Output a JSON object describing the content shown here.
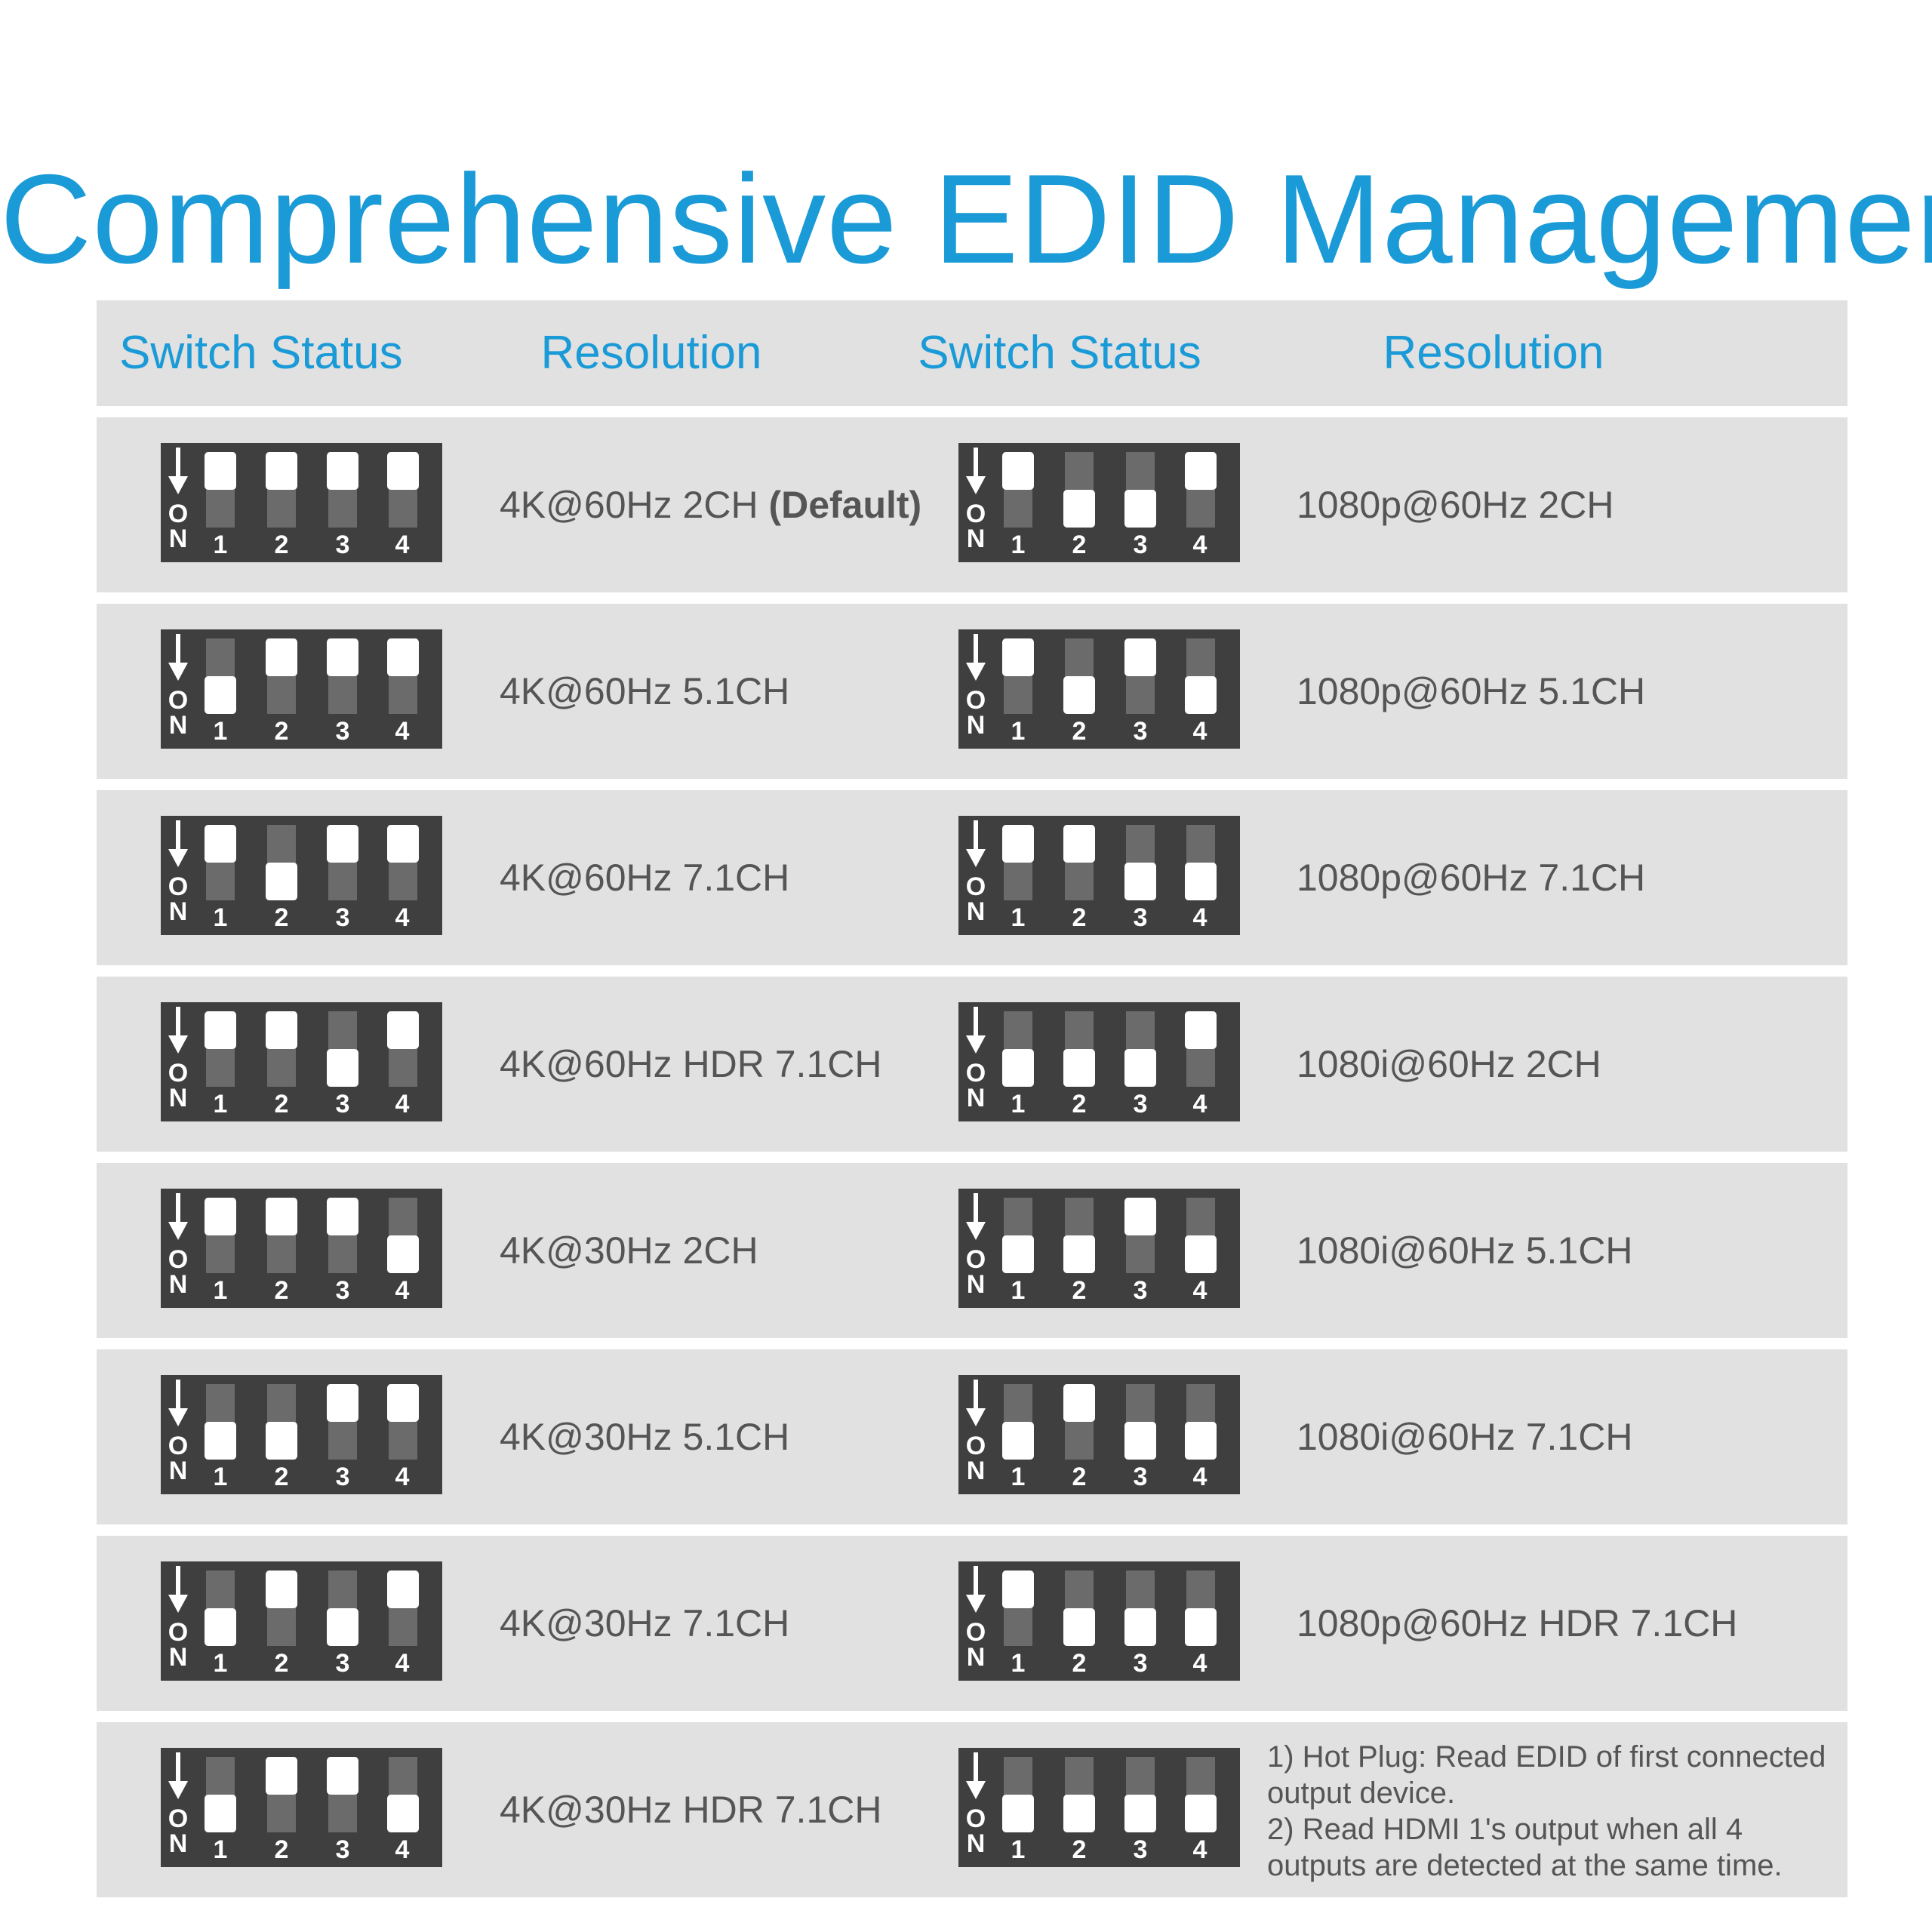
{
  "title": "Comprehensive EDID Management",
  "headers": [
    "Switch Status",
    "Resolution",
    "Switch Status",
    "Resolution"
  ],
  "on_label": [
    "O",
    "N"
  ],
  "switch_numbers": [
    "1",
    "2",
    "3",
    "4"
  ],
  "note": {
    "line1": "1) Hot Plug: Read EDID of first connected",
    "line2": "output device.",
    "line3": "2) Read HDMI 1's output when all 4",
    "line4": "outputs are detected at the same time."
  },
  "rows": [
    {
      "left": {
        "switches": [
          "up",
          "up",
          "up",
          "up"
        ],
        "resolution": "4K@60Hz 2CH ",
        "suffix": "(Default)"
      },
      "right": {
        "switches": [
          "up",
          "down",
          "down",
          "up"
        ],
        "resolution": "1080p@60Hz 2CH"
      }
    },
    {
      "left": {
        "switches": [
          "down",
          "up",
          "up",
          "up"
        ],
        "resolution": "4K@60Hz 5.1CH"
      },
      "right": {
        "switches": [
          "up",
          "down",
          "up",
          "down"
        ],
        "resolution": "1080p@60Hz 5.1CH"
      }
    },
    {
      "left": {
        "switches": [
          "up",
          "down",
          "up",
          "up"
        ],
        "resolution": "4K@60Hz 7.1CH"
      },
      "right": {
        "switches": [
          "up",
          "up",
          "down",
          "down"
        ],
        "resolution": "1080p@60Hz 7.1CH"
      }
    },
    {
      "left": {
        "switches": [
          "up",
          "up",
          "down",
          "up"
        ],
        "resolution": "4K@60Hz HDR 7.1CH"
      },
      "right": {
        "switches": [
          "down",
          "down",
          "down",
          "up"
        ],
        "resolution": "1080i@60Hz 2CH"
      }
    },
    {
      "left": {
        "switches": [
          "up",
          "up",
          "up",
          "down"
        ],
        "resolution": "4K@30Hz 2CH"
      },
      "right": {
        "switches": [
          "down",
          "down",
          "up",
          "down"
        ],
        "resolution": "1080i@60Hz 5.1CH"
      }
    },
    {
      "left": {
        "switches": [
          "down",
          "down",
          "up",
          "up"
        ],
        "resolution": "4K@30Hz 5.1CH"
      },
      "right": {
        "switches": [
          "down",
          "up",
          "down",
          "down"
        ],
        "resolution": "1080i@60Hz 7.1CH"
      }
    },
    {
      "left": {
        "switches": [
          "down",
          "up",
          "down",
          "up"
        ],
        "resolution": "4K@30Hz 7.1CH"
      },
      "right": {
        "switches": [
          "up",
          "down",
          "down",
          "down"
        ],
        "resolution": "1080p@60Hz HDR 7.1CH"
      }
    },
    {
      "left": {
        "switches": [
          "down",
          "up",
          "up",
          "down"
        ],
        "resolution": "4K@30Hz HDR 7.1CH"
      },
      "right": {
        "switches": [
          "down",
          "down",
          "down",
          "down"
        ],
        "resolution": ""
      }
    }
  ]
}
